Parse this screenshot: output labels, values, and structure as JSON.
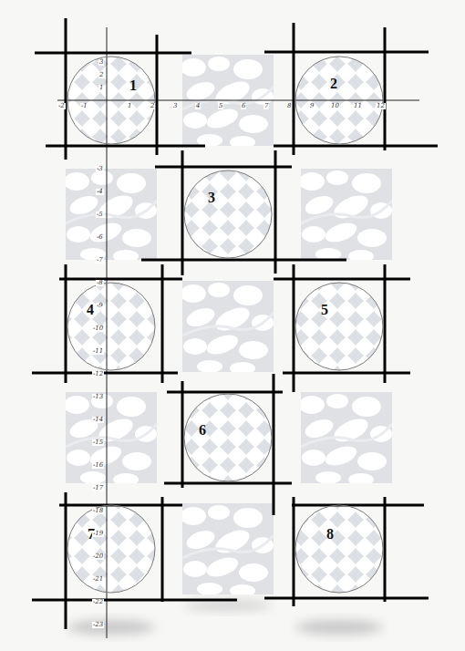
{
  "diagram": {
    "nodes": [
      {
        "text": [
          "1"
        ]
      },
      {
        "text": [
          "2"
        ]
      },
      {
        "text": [
          "3"
        ]
      },
      {
        "text": [
          "4"
        ]
      },
      {
        "text": [
          "5"
        ]
      },
      {
        "text": [
          "6"
        ]
      },
      {
        "text": [
          "7"
        ]
      },
      {
        "text": [
          "8"
        ]
      }
    ],
    "labels": [
      "-2",
      "-1",
      "1",
      "2",
      "3",
      "4",
      "5",
      "6",
      "7",
      "8",
      "9",
      "10",
      "11",
      "12",
      "3",
      "2",
      "1",
      "-3",
      "-4",
      "-5",
      "-6",
      "-7",
      "-8",
      "-9",
      "-10",
      "-11",
      "-12",
      "-13",
      "-14",
      "-15",
      "-16",
      "-17",
      "-18",
      "-19",
      "-20",
      "-21",
      "-22",
      "-23"
    ]
  }
}
